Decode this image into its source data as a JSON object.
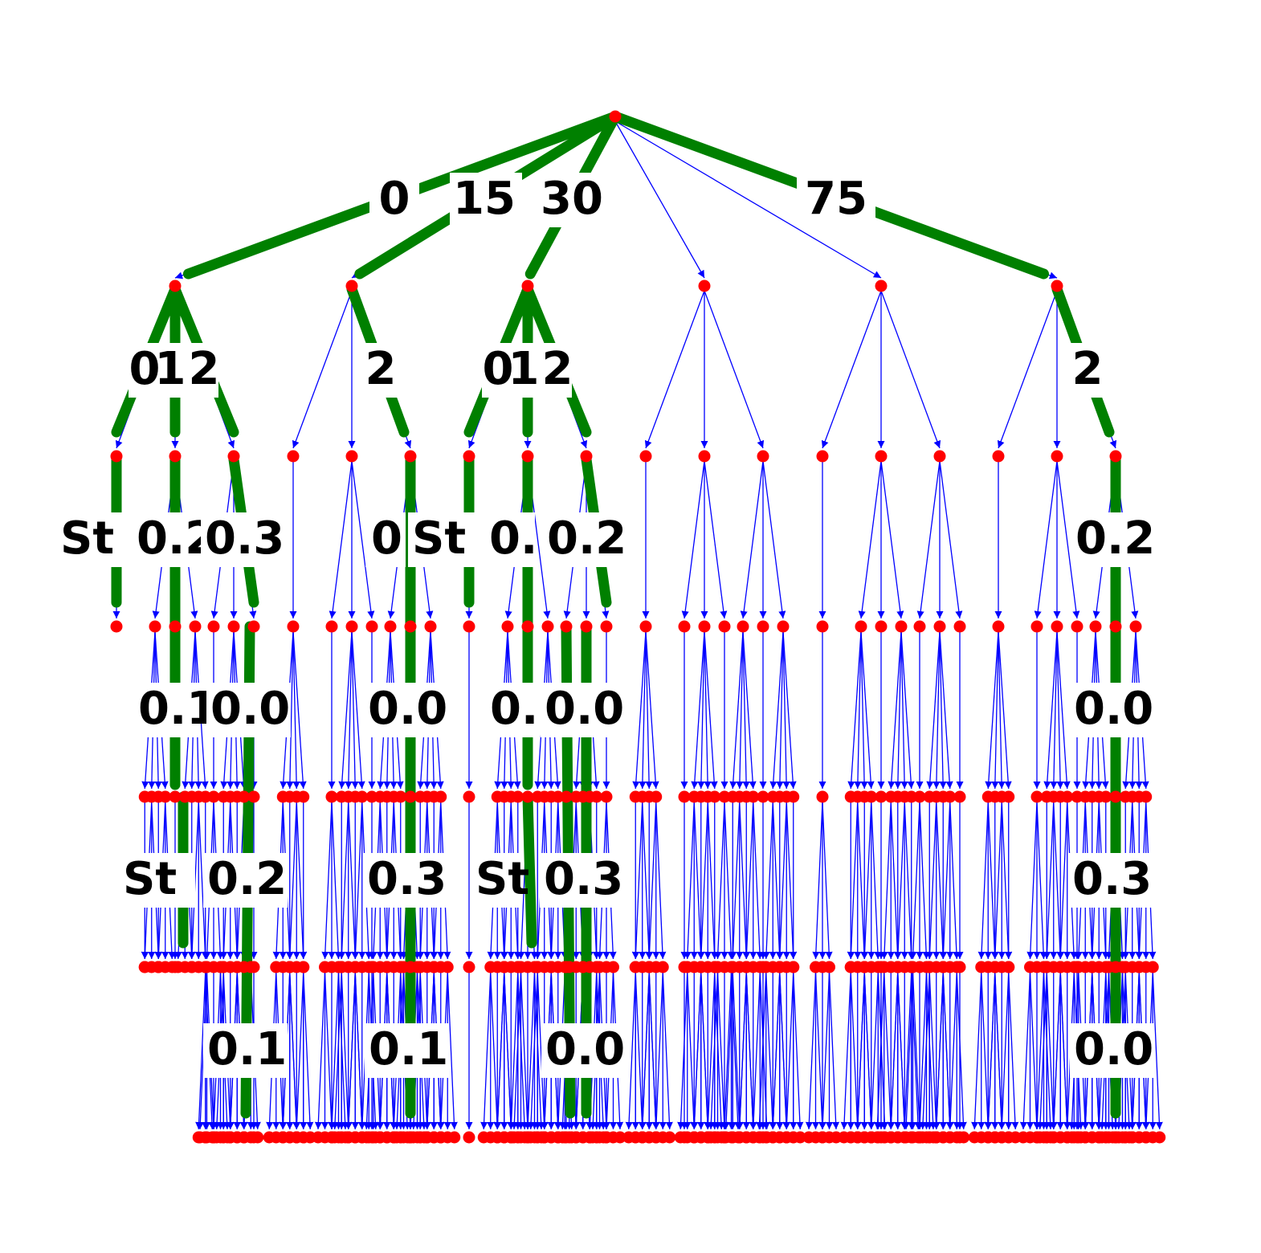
{
  "tree": {
    "levels": 7,
    "colors": {
      "node": "#ff0000",
      "edge": "#0000ff",
      "highlight_edge": "#008000",
      "label_text": "#000000",
      "label_box": "#ffffff"
    }
  },
  "labels": {
    "level1": [
      "0",
      "15",
      "30",
      "75"
    ],
    "level2": [
      "0",
      "1",
      "2",
      "2",
      "0",
      "1",
      "2",
      "2"
    ],
    "level3": [
      "St",
      "0.2",
      "0.3",
      "0",
      "St",
      "0.",
      "0.2",
      "0.2"
    ],
    "level4": [
      "0.1",
      "0.0",
      "0.0",
      "0.",
      "0.0",
      "0.0"
    ],
    "level5": [
      "St",
      "0.2",
      "0.3",
      "St",
      "0.3",
      "0.3"
    ],
    "level6": [
      "0.1",
      "0.1",
      "0.0",
      "0.0"
    ]
  }
}
